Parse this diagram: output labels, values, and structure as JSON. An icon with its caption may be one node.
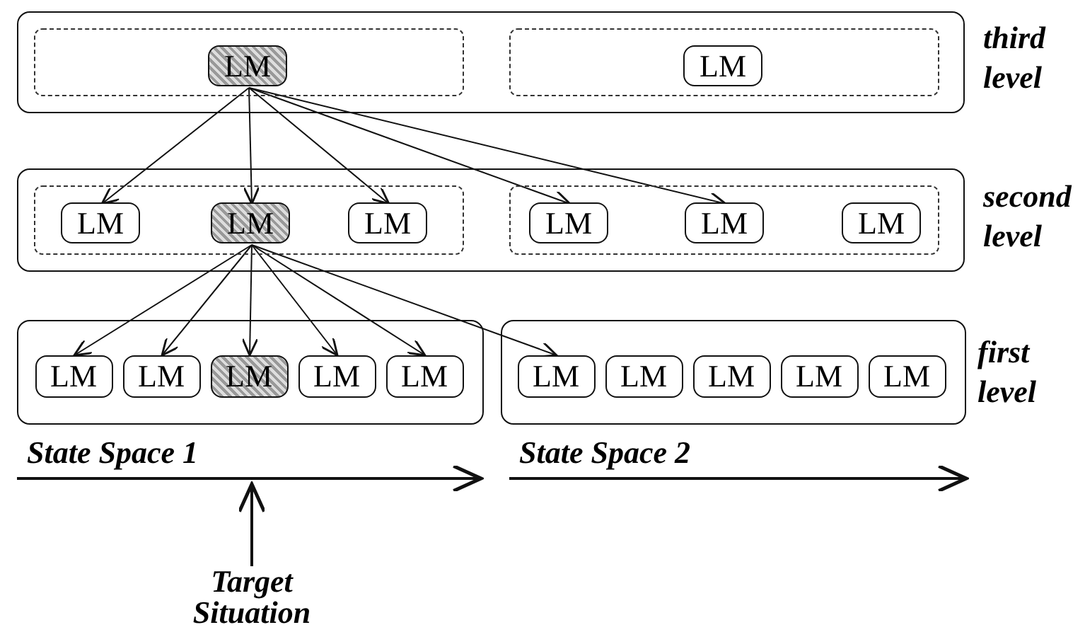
{
  "diagram": {
    "nodes": [
      {
        "text": [],
        "shape": "box",
        "beside": [
          "third level"
        ]
      },
      {
        "text": [],
        "shape": "box",
        "in": 0
      },
      {
        "text": [
          "LM"
        ],
        "in": 1
      },
      {
        "text": [],
        "shape": "box",
        "in": 0
      },
      {
        "text": [
          "LM"
        ],
        "in": 3
      },
      {
        "text": [],
        "shape": "box",
        "beside": [
          "second level"
        ]
      },
      {
        "text": [],
        "shape": "box",
        "in": 5
      },
      {
        "text": [
          "LM"
        ],
        "in": 6
      },
      {
        "text": [
          "LM"
        ],
        "in": 6
      },
      {
        "text": [
          "LM"
        ],
        "in": 6
      },
      {
        "text": [],
        "shape": "box",
        "in": 5
      },
      {
        "text": [
          "LM"
        ],
        "in": 10
      },
      {
        "text": [
          "LM"
        ],
        "in": 10
      },
      {
        "text": [
          "LM"
        ],
        "in": 10
      },
      {
        "text": [],
        "shape": "box",
        "beside": [
          "State Space 1"
        ]
      },
      {
        "text": [
          "LM"
        ],
        "in": 14
      },
      {
        "text": [
          "LM"
        ],
        "in": 14
      },
      {
        "text": [
          "LM"
        ],
        "in": 14
      },
      {
        "text": [
          "LM"
        ],
        "in": 14
      },
      {
        "text": [
          "LM"
        ],
        "in": 14
      },
      {
        "text": [],
        "shape": "box",
        "beside": [
          "first level",
          "State Space 2"
        ]
      },
      {
        "text": [
          "LM"
        ],
        "in": 20
      },
      {
        "text": [
          "LM"
        ],
        "in": 20
      },
      {
        "text": [
          "LM"
        ],
        "in": 20
      },
      {
        "text": [
          "LM"
        ],
        "in": 20
      },
      {
        "text": [
          "LM"
        ],
        "in": 20
      },
      {
        "text": [
          "Target Situation"
        ]
      }
    ],
    "edges": [
      {
        "from": 2,
        "to": 7,
        "arrow": "to"
      },
      {
        "from": 2,
        "to": 8,
        "arrow": "to"
      },
      {
        "from": 2,
        "to": 9,
        "arrow": "to"
      },
      {
        "from": 2,
        "to": 11,
        "arrow": "to"
      },
      {
        "from": 2,
        "to": 12,
        "arrow": "to"
      },
      {
        "from": 8,
        "to": 15,
        "arrow": "to"
      },
      {
        "from": 8,
        "to": 16,
        "arrow": "to"
      },
      {
        "from": 8,
        "to": 17,
        "arrow": "to"
      },
      {
        "from": 8,
        "to": 18,
        "arrow": "to"
      },
      {
        "from": 8,
        "to": 19,
        "arrow": "to"
      },
      {
        "from": 8,
        "to": 21,
        "arrow": "to"
      },
      {
        "from": 26,
        "to": null,
        "arrow": "to"
      }
    ]
  }
}
